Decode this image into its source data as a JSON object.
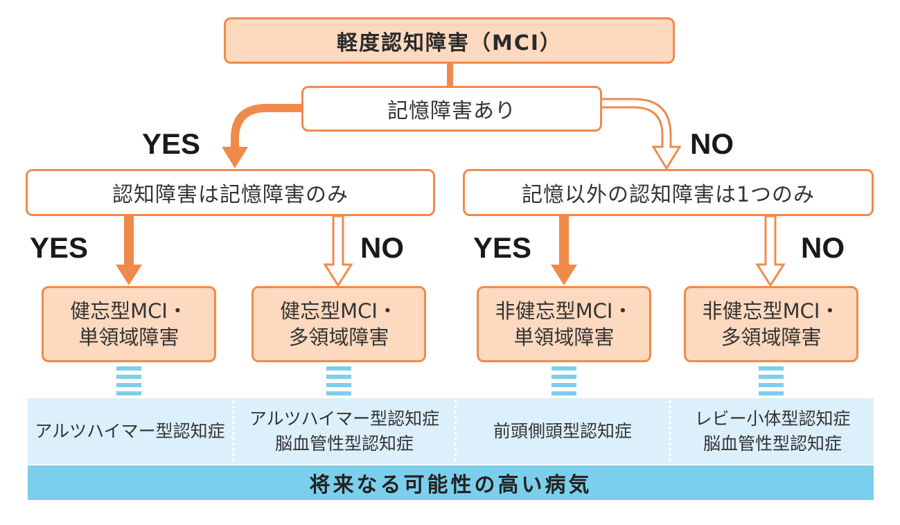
{
  "title": "軽度認知障害（MCI）",
  "q1": "記憶障害あり",
  "q2_left": "認知障害は記憶障害のみ",
  "q2_right": "記憶以外の認知障害は1つのみ",
  "labels": {
    "yes": "YES",
    "no": "NO"
  },
  "types": [
    {
      "line1": "健忘型MCI・",
      "line2": "単領域障害"
    },
    {
      "line1": "健忘型MCI・",
      "line2": "多領域障害"
    },
    {
      "line1": "非健忘型MCI・",
      "line2": "単領域障害"
    },
    {
      "line1": "非健忘型MCI・",
      "line2": "多領域障害"
    }
  ],
  "diseases": [
    {
      "lines": [
        "アルツハイマー型認知症"
      ]
    },
    {
      "lines": [
        "アルツハイマー型認知症",
        "脳血管性型認知症"
      ]
    },
    {
      "lines": [
        "前頭側頭型認知症"
      ]
    },
    {
      "lines": [
        "レビー小体型認知症",
        "脳血管性型認知症"
      ]
    }
  ],
  "footer": "将来なる可能性の高い病気",
  "colors": {
    "orange": "#f08a4b",
    "peach": "#fcd9bf",
    "light_blue": "#dcf0fb",
    "blue": "#7ccfec"
  }
}
